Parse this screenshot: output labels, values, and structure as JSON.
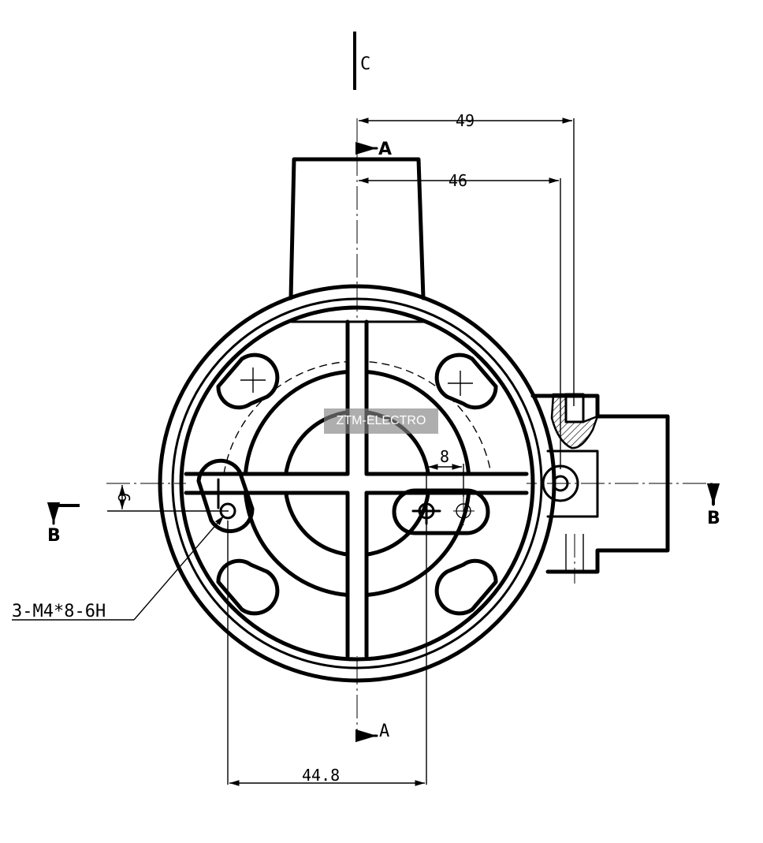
{
  "watermark": "ZTM-ELECTRO",
  "section_labels": {
    "c": "C",
    "a_top": "A",
    "a_bottom": "A",
    "b_left": "B",
    "b_right": "B"
  },
  "dimensions": {
    "d49": "49",
    "d46": "46",
    "d8": "8",
    "d6": "6",
    "d44_8": "44.8"
  },
  "callout": "3-M4*8-6H"
}
